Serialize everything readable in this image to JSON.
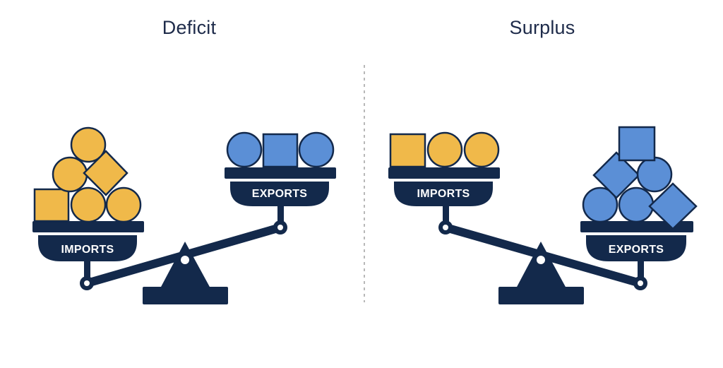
{
  "panels": {
    "left": {
      "title": "Deficit",
      "high_pan_label": "EXPORTS",
      "low_pan_label": "IMPORTS"
    },
    "right": {
      "title": "Surplus",
      "high_pan_label": "IMPORTS",
      "low_pan_label": "EXPORTS"
    }
  },
  "colors": {
    "navy": "#13294b",
    "imports_goods": "#f0b94a",
    "exports_goods": "#5b8fd6",
    "divider": "#b8b8b8"
  },
  "icons": {
    "scale": "balance-scale-icon",
    "goods": [
      "circle",
      "square",
      "diamond"
    ]
  }
}
